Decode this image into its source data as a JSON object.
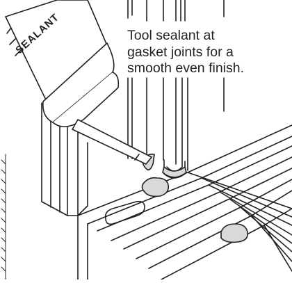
{
  "illustration": {
    "caption_lines": [
      "Tool sealant at",
      "gasket joints for a",
      "smooth even finish."
    ],
    "tube_label": "SEALANT",
    "line_color": "#231f20",
    "sealant_fill": "#d9d9d9",
    "background": "#ffffff"
  }
}
